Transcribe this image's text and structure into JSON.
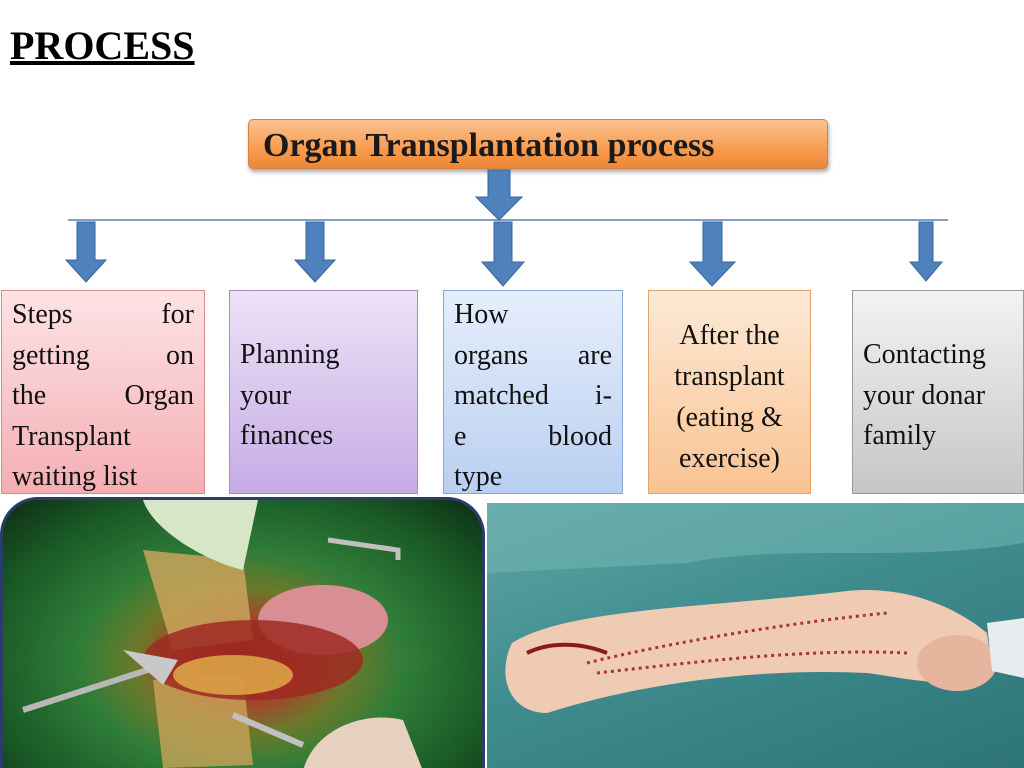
{
  "page": {
    "title": "PROCESS"
  },
  "diagram": {
    "root": "Organ Transplantation process",
    "children": [
      {
        "lines": [
          "Steps for",
          "getting on",
          "the Organ",
          "Transplant",
          "waiting list"
        ]
      },
      {
        "lines": [
          "Planning",
          "your",
          "finances"
        ]
      },
      {
        "lines": [
          "How",
          "organs are",
          "matched i-",
          "e blood",
          "type"
        ]
      },
      {
        "lines": [
          "After the",
          "transplant",
          "(eating &",
          "exercise)"
        ]
      },
      {
        "lines": [
          "Contacting",
          "your donar",
          "family"
        ]
      }
    ]
  },
  "colors": {
    "root_fill": "#f79646",
    "arrow_fill": "#4f81bd",
    "connector": "#7ea0c8",
    "box1_fill": "#f4aeb4",
    "box2_fill": "#c7abe6",
    "box3_fill": "#b9cff1",
    "box4_fill": "#f9c392",
    "box5_fill": "#c6c6c6"
  }
}
